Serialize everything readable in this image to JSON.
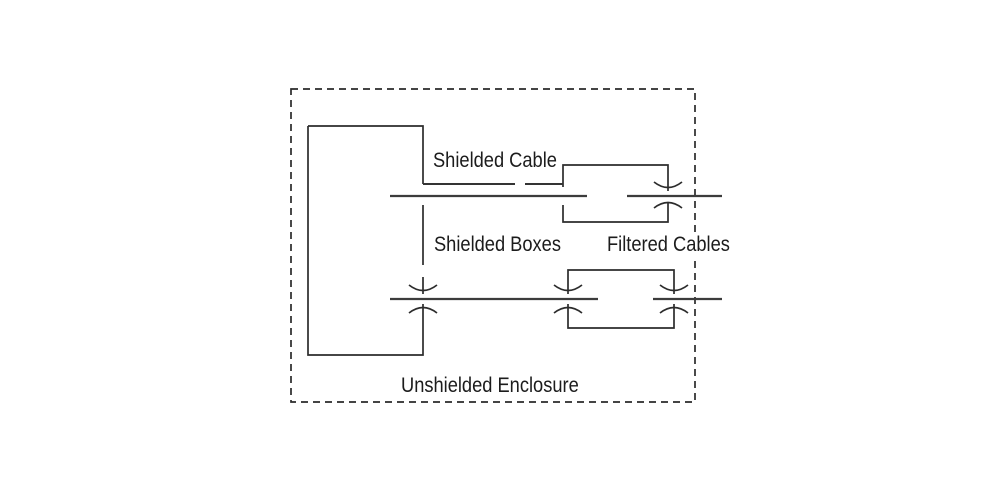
{
  "diagram": {
    "background": "#ffffff",
    "line_color": "#2c2c2c",
    "text_color": "#1c1c1c",
    "labels": {
      "shielded_cable": "Shielded Cable",
      "shielded_boxes": "Shielded Boxes",
      "filtered_cables": "Filtered Cables",
      "unshielded_enclosure": "Unshielded Enclosure"
    },
    "components": {
      "enclosure_boundary": "dashed rectangle",
      "shielded_box_count": 3,
      "shielded_cable_runs": 1,
      "filtered_penetration_count": 4,
      "exit_cables": 2
    }
  }
}
